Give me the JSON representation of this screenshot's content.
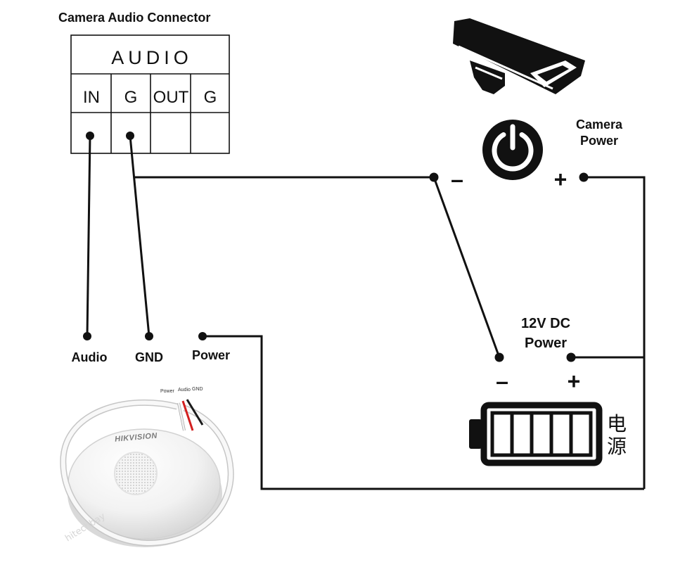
{
  "connector": {
    "title": "Camera Audio Connector",
    "header": "AUDIO",
    "pins": [
      "IN",
      "G",
      "OUT",
      "G"
    ]
  },
  "camera": {
    "icon": "security-camera-icon"
  },
  "camera_power": {
    "label": [
      "Camera",
      "Power"
    ],
    "minus": "–",
    "plus": "+",
    "icon": "power-icon"
  },
  "dc_supply": {
    "label": [
      "12V DC",
      "Power"
    ],
    "minus": "–",
    "plus": "+",
    "icon": "battery-icon",
    "side_label": [
      "电",
      "源"
    ]
  },
  "mic_terminals": [
    "Audio",
    "GND",
    "Power"
  ],
  "microphone_photo": {
    "brand": "HIKVISION",
    "wire_labels": [
      "Power",
      "Audio",
      "GND"
    ],
    "wire_colors": [
      "#f0f0f0",
      "#d32020",
      "#1a1a1a"
    ],
    "watermark": "hitechbay"
  },
  "colors": {
    "line": "#111111",
    "background": "#ffffff"
  }
}
